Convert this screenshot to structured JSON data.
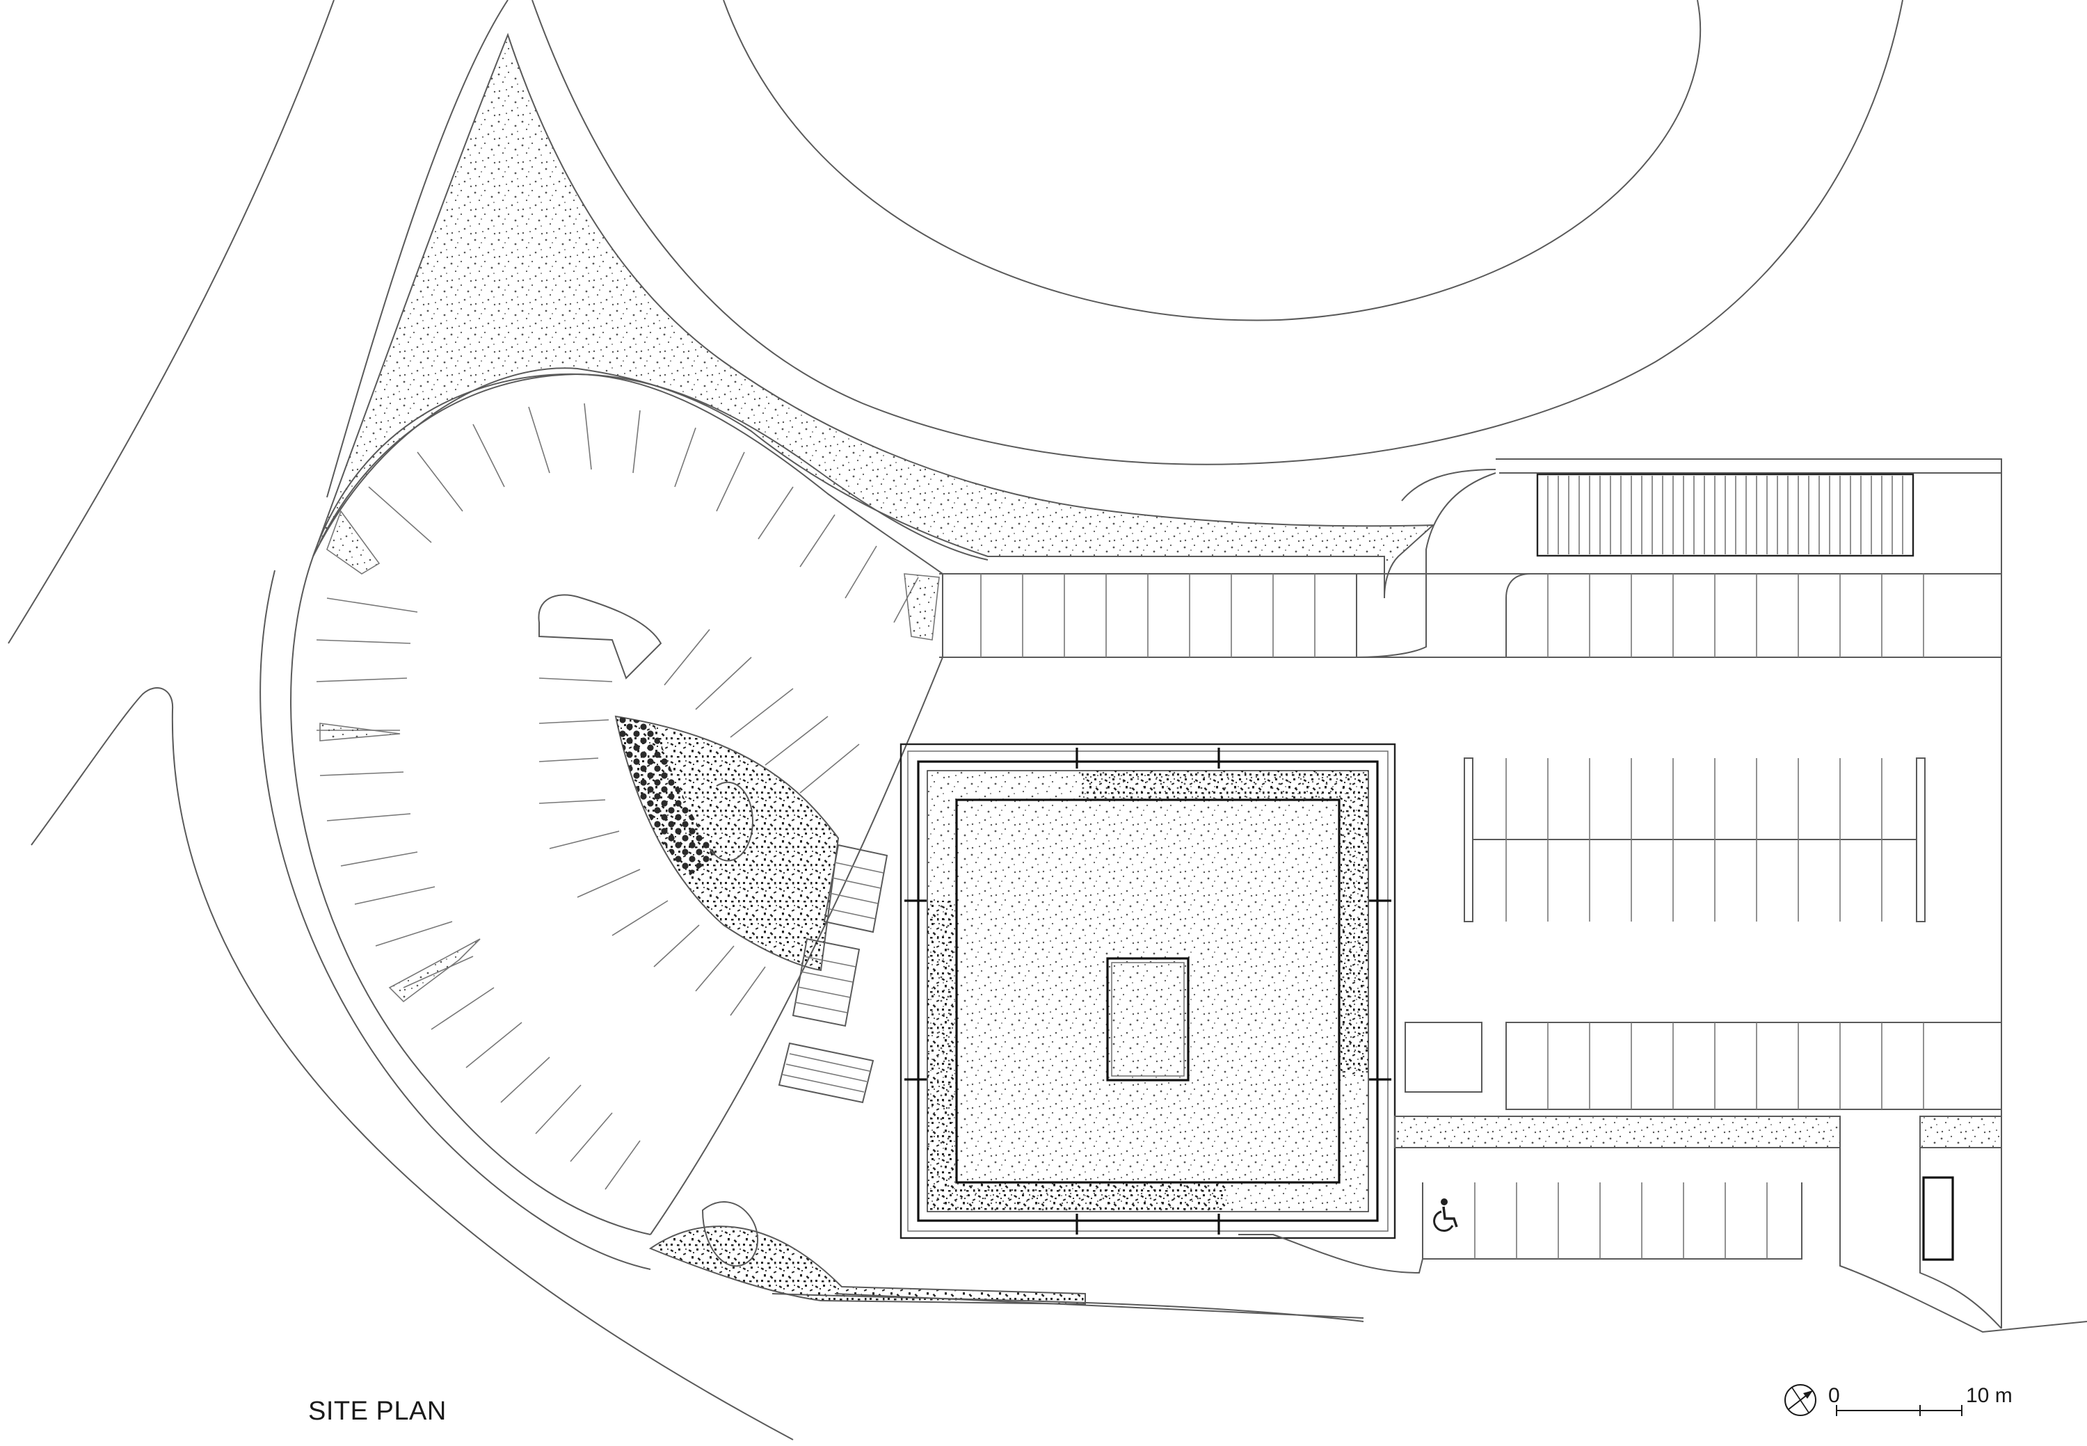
{
  "title": "SITE PLAN",
  "scale_bar": {
    "start_label": "0",
    "end_label": "10 m"
  },
  "icons": {
    "north": "north-arrow-icon",
    "accessible": "wheelchair-icon"
  },
  "colors": {
    "line": "#5a5a5a",
    "ink": "#111111",
    "background": "#ffffff"
  }
}
